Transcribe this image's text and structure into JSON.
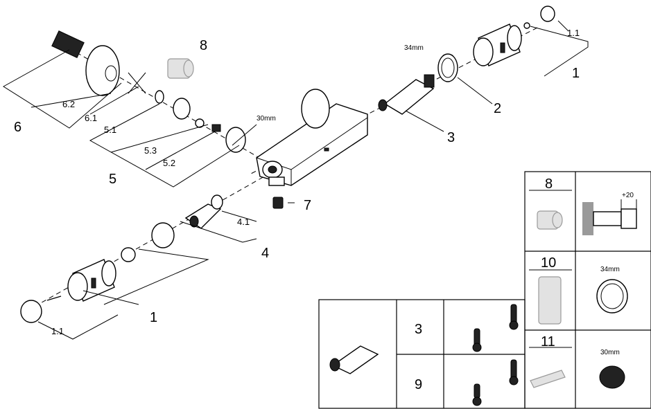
{
  "callouts": {
    "p8": "8",
    "p1_top": "1",
    "p1_1_top": "1.1",
    "p2": "2",
    "p3": "3",
    "p6": "6",
    "p6_2": "6.2",
    "p6_1": "6.1",
    "p5_1": "5.1",
    "p5_3": "5.3",
    "p5_2": "5.2",
    "p5": "5",
    "p7": "7",
    "p4_1": "4.1",
    "p4": "4",
    "p1_bot": "1",
    "p1_1_bot": "1.1",
    "dim_34_top": "34mm",
    "dim_30_top": "30mm"
  },
  "legend": {
    "c8": "8",
    "offset": "+20",
    "c10": "10",
    "dim_34": "34mm",
    "c11": "11",
    "dim_30": "30mm",
    "c3": "3",
    "c9": "9"
  }
}
